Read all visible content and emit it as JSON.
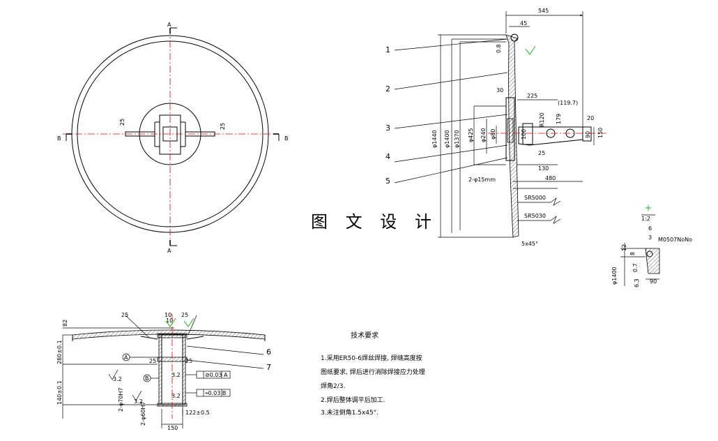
{
  "watermark": "图 文 设 计",
  "top_view": {
    "section_a": "A",
    "section_b": "B",
    "dim_25": "25"
  },
  "side_section": {
    "callouts": [
      "1",
      "2",
      "3",
      "4",
      "5"
    ],
    "dims": {
      "d545": "545",
      "d45": "45",
      "d08": "0.8",
      "d30": "30",
      "d225": "225",
      "d1197": "(119.7)",
      "d179": "179",
      "dR120": "R120",
      "d20": "20",
      "d90": "90",
      "d150": "150",
      "d100": "100",
      "d25": "25",
      "d130": "130",
      "d480": "480",
      "d1440": "φ1440",
      "d1400": "φ1400",
      "d1370": "φ1370",
      "d425": "φ425",
      "d240": "φ240",
      "d80": "φ80",
      "holes": "2-φ15mm",
      "sr5000": "SR5000",
      "sr5030": "SR5030",
      "chamfer": "5x45°"
    }
  },
  "detail_1": {
    "label": "1:2",
    "d6": "6",
    "d3": "3",
    "material": "M0507NoNo",
    "d12": "12",
    "d8": "8",
    "d07": "0.7",
    "d63": "6.3",
    "d90": "90",
    "d1400": "φ1400"
  },
  "front_section": {
    "d82": "82",
    "d25a": "25",
    "d10": "10",
    "d10b": "10",
    "d25b": "25",
    "d25c": "25",
    "d25d": "25",
    "d280": "280±0.1",
    "d140": "140±0.1",
    "datum_a": "A",
    "datum_b": "B",
    "tol_a": "⊘0.03 A",
    "tol_b": "⌖0.03 B",
    "rough_32": "3.2",
    "rough_32b": "3.2",
    "rough_32c": "3.2",
    "rough_32d": "3.2",
    "hole_a": "2-φ70H7",
    "hole_b": "2-φ60H7",
    "d122": "122±0.5",
    "d150": "150",
    "callout_6": "6",
    "callout_7": "7"
  },
  "tech_notes": {
    "title": "技术要求",
    "line1": "1.采用ER50-6焊丝焊接, 焊缝高度按",
    "line2": "图纸要求, 焊后进行消除焊接应力处理",
    "line3": "焊角2/3.",
    "line4": "2.焊后整体调平后加工.",
    "line5": "3.未注倒角1.5x45°."
  }
}
